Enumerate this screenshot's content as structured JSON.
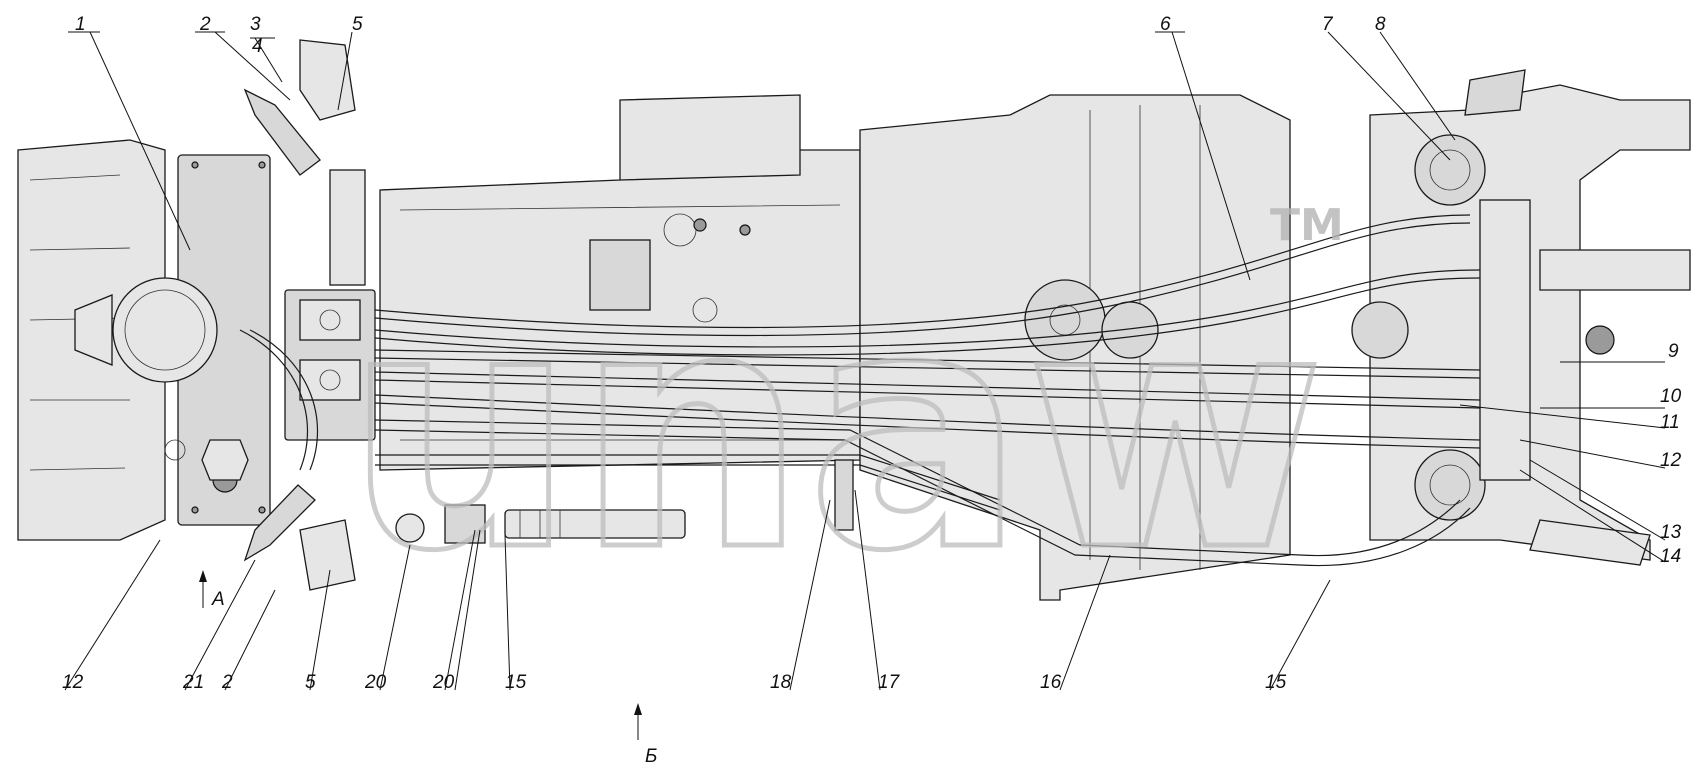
{
  "diagram": {
    "callouts": [
      "1",
      "2",
      "3",
      "4",
      "5",
      "6",
      "7",
      "8",
      "9",
      "10",
      "11",
      "12",
      "13",
      "14",
      "15",
      "16",
      "17",
      "18",
      "20",
      "21"
    ],
    "bottom_labels": [
      "12",
      "21",
      "2",
      "5",
      "20",
      "20",
      "15",
      "18",
      "17",
      "16",
      "15"
    ],
    "right_labels": [
      "9",
      "10",
      "11",
      "12",
      "13",
      "14"
    ],
    "top_labels": [
      "1",
      "2",
      "3",
      "4",
      "5",
      "6",
      "7",
      "8"
    ],
    "view_a": "A",
    "view_b": "Б",
    "watermark": "unaw",
    "watermark_tm": "TM"
  }
}
